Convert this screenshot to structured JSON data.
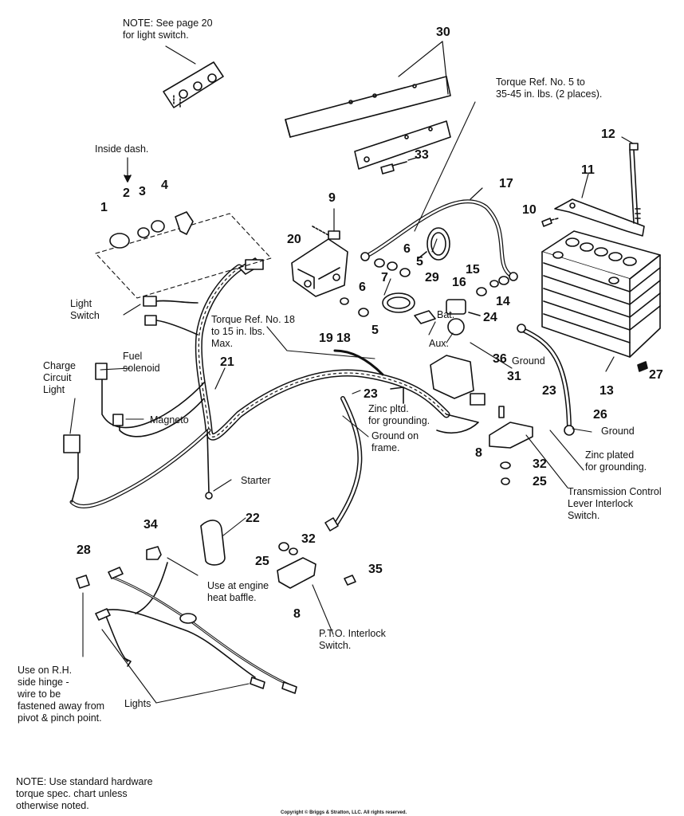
{
  "notes": {
    "light_switch_note": "NOTE: See page 20\nfor light switch.",
    "torque_note_5": "Torque Ref. No. 5 to\n35-45 in. lbs. (2 places).",
    "torque_note_18": "Torque Ref. No. 18\nto 15 in. lbs.\nMax.",
    "hardware_note": "NOTE: Use standard hardware\ntorque spec. chart unless\notherwise noted.",
    "copyright": "Copyright © Briggs & Stratton, LLC. All rights reserved."
  },
  "labels": {
    "inside_dash": "Inside dash.",
    "light_switch": "Light\nSwitch",
    "fuel_solenoid": "Fuel\nsolenoid",
    "charge_circuit_light": "Charge\nCircuit\nLight",
    "magneto": "Magneto",
    "starter": "Starter",
    "bat": "Bat.",
    "aux": "Aux.",
    "ground_1": "Ground",
    "ground_2": "Ground",
    "zinc_pltd": "Zinc pltd.\nfor grounding.",
    "ground_on_frame": "Ground on\nframe.",
    "zinc_plated": "Zinc plated\nfor grounding.",
    "transmission_switch": "Transmission Control\nLever Interlock\nSwitch.",
    "engine_heat_baffle": "Use at engine\nheat baffle.",
    "pto_switch": "P.T.O. Interlock\nSwitch.",
    "rh_hinge": "Use on R.H.\nside hinge -\nwire to be\nfastened away from\npivot & pinch point.",
    "lights": "Lights"
  },
  "part_numbers": [
    "30",
    "12",
    "11",
    "10",
    "33",
    "17",
    "9",
    "20",
    "6",
    "5",
    "29",
    "7",
    "15",
    "16",
    "14",
    "24",
    "18",
    "19",
    "36",
    "31",
    "13",
    "23",
    "26",
    "27",
    "21",
    "2",
    "3",
    "4",
    "1",
    "8",
    "32",
    "25",
    "34",
    "22",
    "28",
    "35"
  ]
}
